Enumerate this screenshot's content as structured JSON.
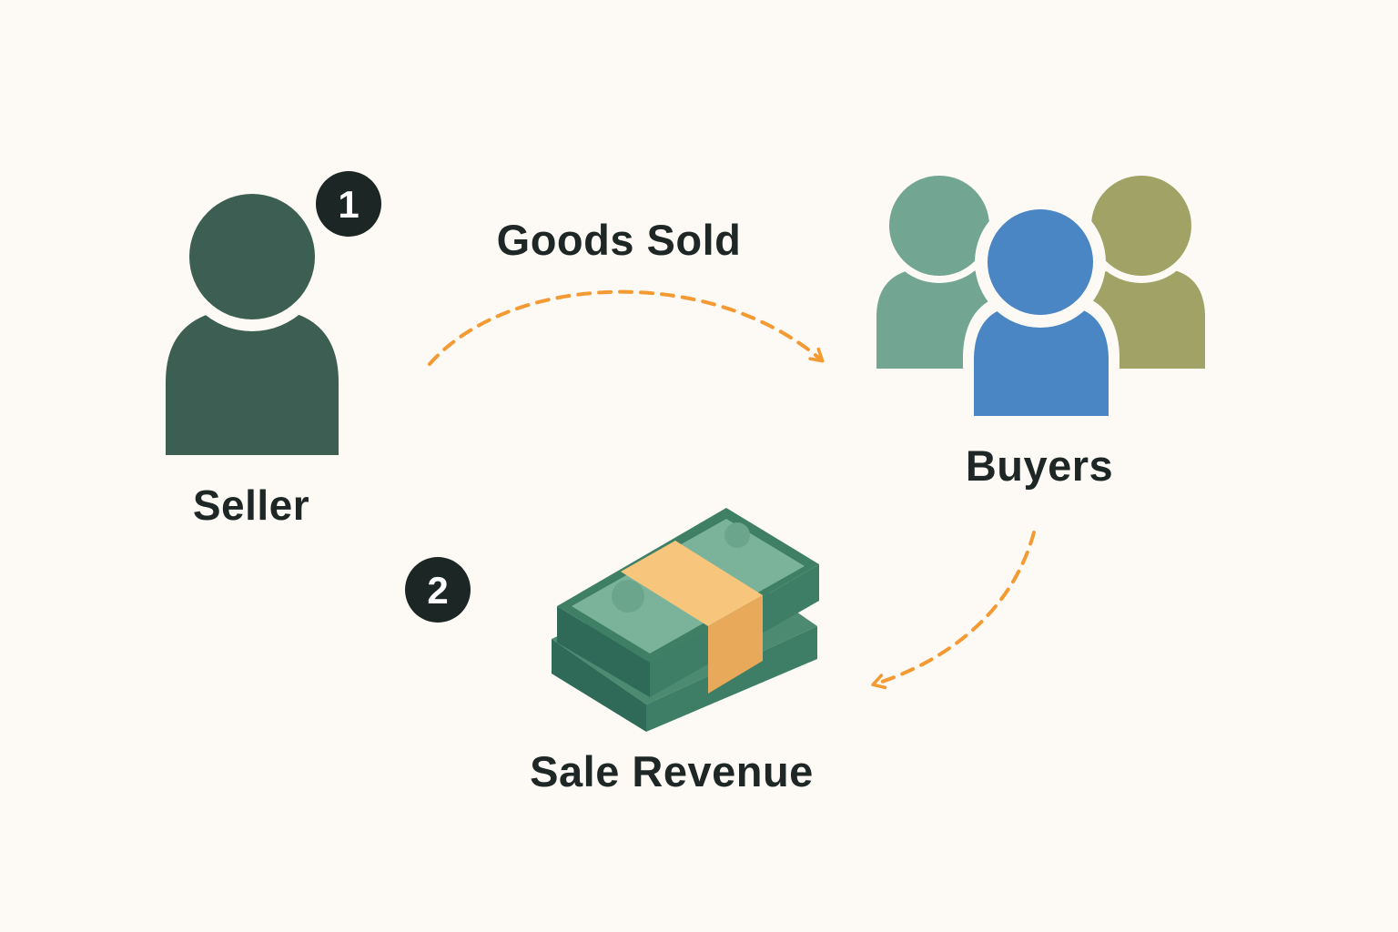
{
  "seller": {
    "label": "Seller",
    "step": "1",
    "color": "#3d5f53"
  },
  "goods_flow": {
    "label": "Goods Sold"
  },
  "buyers": {
    "label": "Buyers",
    "colors": [
      "#72a693",
      "#4b86c4",
      "#a0a365"
    ]
  },
  "revenue": {
    "label": "Sale Revenue",
    "step": "2",
    "icon": "money-stack-icon",
    "colors": {
      "bill": "#3f7f66",
      "bill_face": "#7ab39a",
      "band": "#f7c67c"
    }
  },
  "arrow_color": "#f49a33",
  "badge_color": "#1c2725"
}
